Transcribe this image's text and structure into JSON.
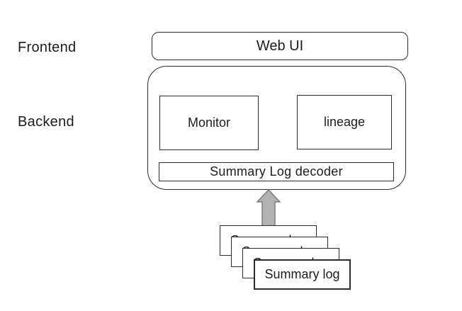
{
  "labels": {
    "frontend": "Frontend",
    "backend": "Backend"
  },
  "frontend": {
    "webui_label": "Web UI"
  },
  "backend": {
    "monitor_label": "Monitor",
    "lineage_label": "lineage",
    "decoder_label": "Summary Log decoder"
  },
  "log_stack": {
    "card_label": "Summary log",
    "card_count": 4
  },
  "icons": {
    "arrow_up": "up-arrow"
  },
  "colors": {
    "line": "#2b2b2b",
    "text": "#1c1c1c",
    "arrow_fill": "#b2b2b2",
    "arrow_stroke": "#7d7d7d",
    "background": "#ffffff"
  }
}
